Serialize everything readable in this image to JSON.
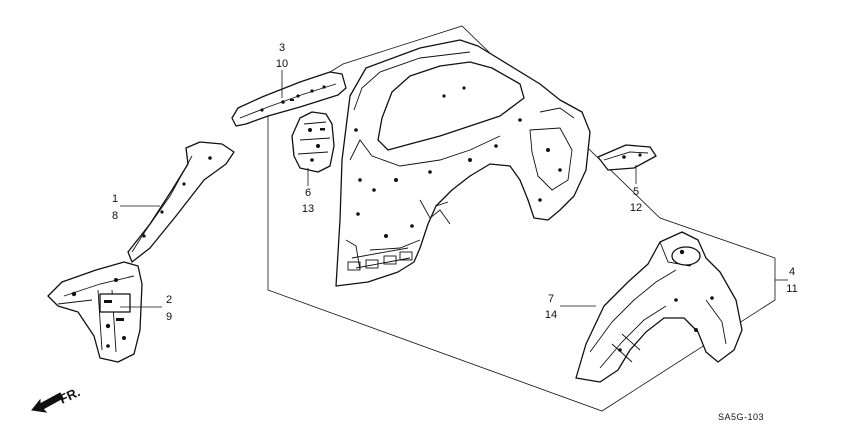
{
  "callouts": [
    {
      "id": "c1",
      "top": "1",
      "bottom": "8"
    },
    {
      "id": "c2",
      "top": "2",
      "bottom": "9"
    },
    {
      "id": "c3",
      "top": "3",
      "bottom": "10"
    },
    {
      "id": "c4",
      "top": "4",
      "bottom": "11"
    },
    {
      "id": "c5",
      "top": "5",
      "bottom": "12"
    },
    {
      "id": "c6",
      "top": "6",
      "bottom": "13"
    },
    {
      "id": "c7",
      "top": "7",
      "bottom": "14"
    }
  ],
  "front_arrow_label": "FR.",
  "diagram_code": "SA5G-103"
}
